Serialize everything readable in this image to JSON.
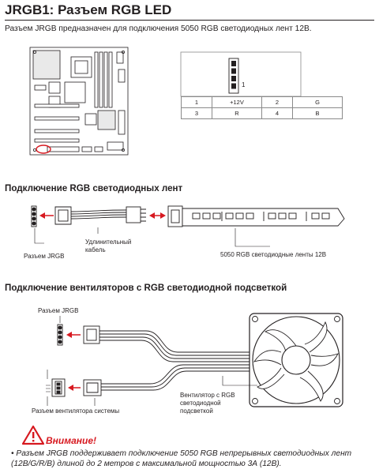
{
  "title": "JRGB1: Разъем RGB LED",
  "intro": "Разъем JRGB предназначен для подключения 5050 RGB светодиодных лент 12В.",
  "pin_diagram": {
    "pin1_label": "1",
    "rows": [
      [
        "1",
        "+12V",
        "2",
        "G"
      ],
      [
        "3",
        "R",
        "4",
        "B"
      ]
    ]
  },
  "section_led": {
    "heading": "Подключение RGB светодиодных лент",
    "jrgb_label": "Разъем JRGB",
    "cable_label_1": "Удлинительный",
    "cable_label_2": "кабель",
    "strip_label": "5050 RGB светодиодные ленты 12В"
  },
  "section_fan": {
    "heading": "Подключение вентиляторов с RGB светодиодной подсветкой",
    "jrgb_label": "Разъем JRGB",
    "sysfan_label": "Разъем вентилятора системы",
    "fan_label_1": "Вентилятор с RGB",
    "fan_label_2": "светодиодной",
    "fan_label_3": "подсветкой"
  },
  "warning": {
    "icon": "warning-triangle-icon",
    "title": "Внимание!",
    "text": "• Разъем JRGB поддерживает подключение 5050 RGB непрерывных светодиодных лент (12В/G/R/B) длиной до 2 метров с максимальной мощностью 3А (12В)."
  },
  "colors": {
    "accent_red": "#d71920",
    "text": "#231f20"
  }
}
